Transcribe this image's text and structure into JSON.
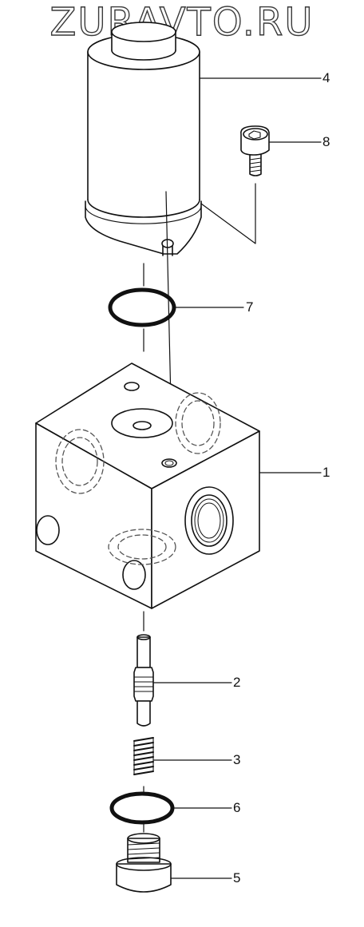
{
  "watermark": {
    "text": "ZURAVTO.RU"
  },
  "callouts": [
    {
      "id": "1",
      "label": "1"
    },
    {
      "id": "2",
      "label": "2"
    },
    {
      "id": "3",
      "label": "3"
    },
    {
      "id": "4",
      "label": "4"
    },
    {
      "id": "5",
      "label": "5"
    },
    {
      "id": "6",
      "label": "6"
    },
    {
      "id": "7",
      "label": "7"
    },
    {
      "id": "8",
      "label": "8"
    }
  ],
  "colors": {
    "line": "#111111",
    "dash": "#555555",
    "background": "#ffffff"
  }
}
